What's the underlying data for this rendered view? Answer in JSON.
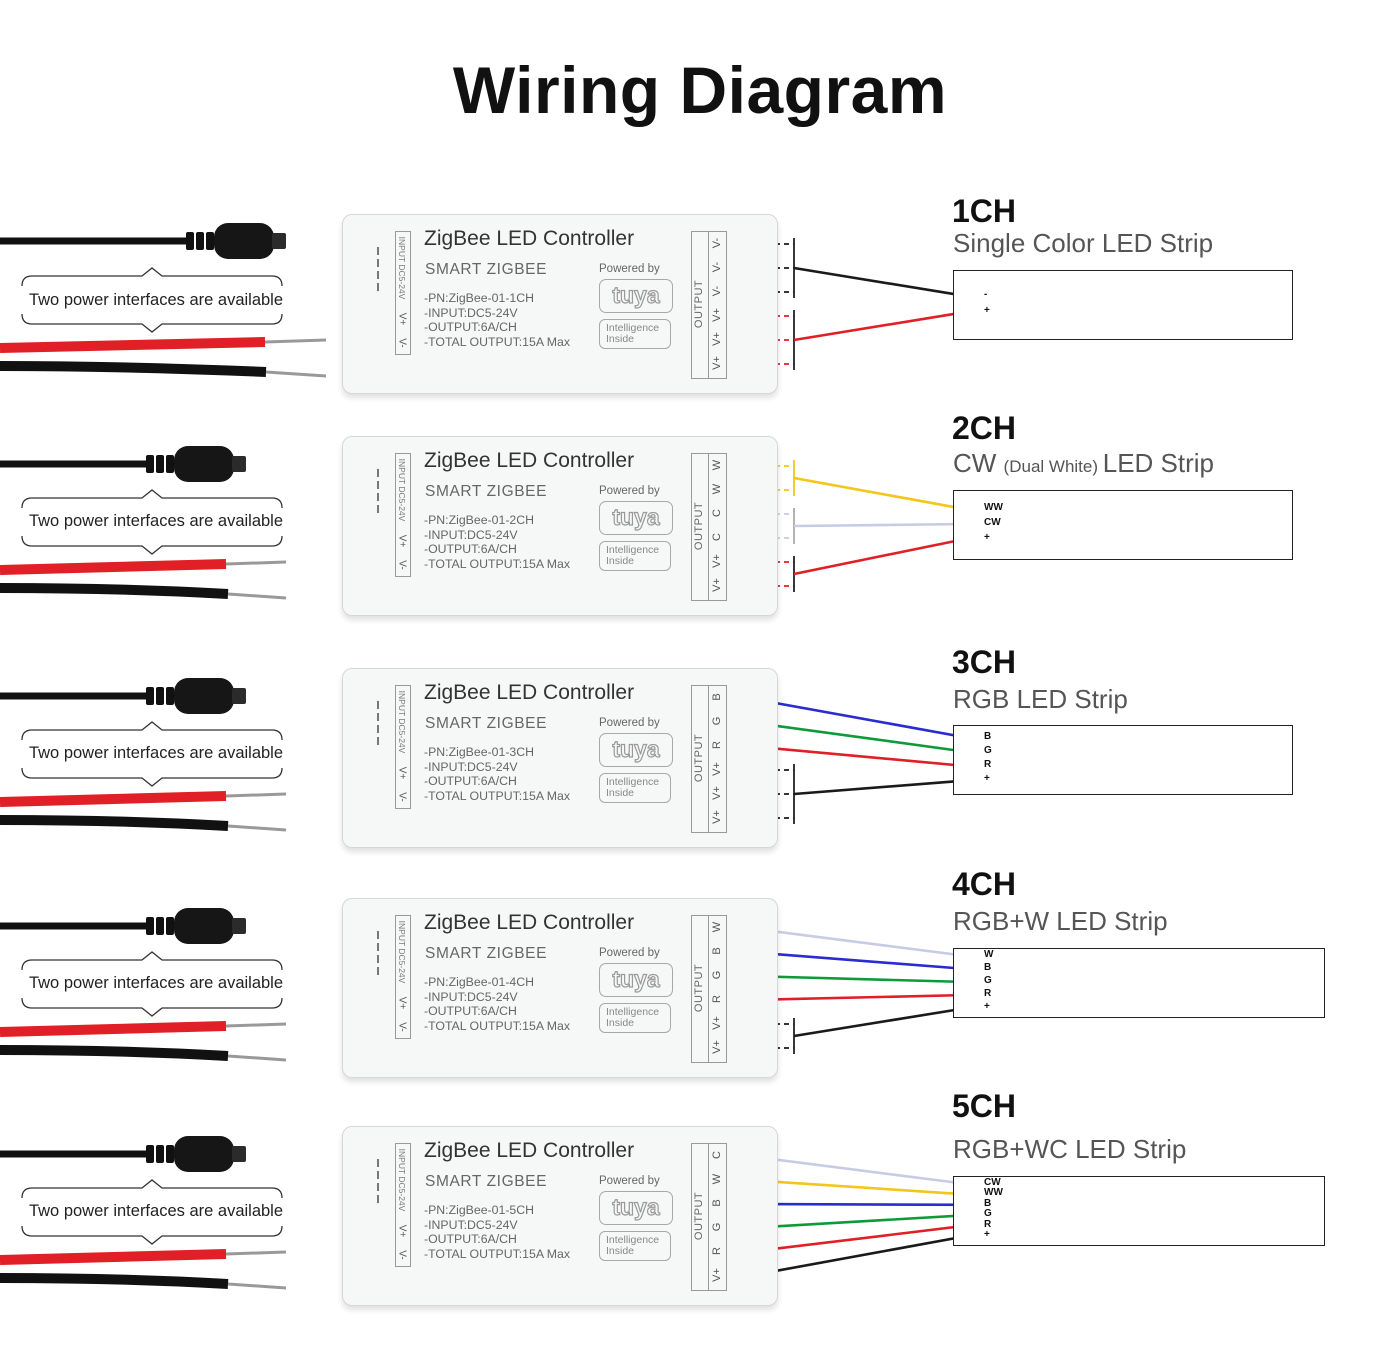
{
  "title": "Wiring Diagram",
  "note": "Two power interfaces are available",
  "controller": {
    "name": "ZigBee LED Controller",
    "subtitle": "SMART ZIGBEE",
    "powered_by": "Powered by",
    "tuya_logo": "tuya",
    "intelligence_line1": "Intelligence",
    "intelligence_line2": "Inside",
    "input_label": "INPUT DC5-24V",
    "output_label": "OUTPUT",
    "input_terminals": [
      "V+",
      "V-"
    ],
    "spec_input": "-INPUT:DC5-24V",
    "spec_output": "-OUTPUT:6A/CH",
    "spec_total": "-TOTAL OUTPUT:15A Max"
  },
  "colors": {
    "black": "#1a1a1a",
    "red": "#e01f26",
    "yellow": "#f4c51a",
    "white_wire": "#c8cbe4",
    "blue": "#2a2bd0",
    "green": "#0f9a3a"
  },
  "rows": [
    {
      "channel": "1CH",
      "description": "Single Color LED Strip",
      "part_number": "-PN:ZigBee-01-1CH",
      "terminals": [
        "V-",
        "V-",
        "V-",
        "V+",
        "V+",
        "V+"
      ],
      "strip_pads": [
        "-",
        "+"
      ]
    },
    {
      "channel": "2CH",
      "description_main": "CW",
      "description_small": "(Dual White)",
      "description_tail": "LED Strip",
      "part_number": "-PN:ZigBee-01-2CH",
      "terminals": [
        "W",
        "W",
        "C",
        "C",
        "V+",
        "V+"
      ],
      "strip_pads": [
        "WW",
        "CW",
        "+"
      ]
    },
    {
      "channel": "3CH",
      "description": "RGB LED Strip",
      "part_number": "-PN:ZigBee-01-3CH",
      "terminals": [
        "B",
        "G",
        "R",
        "V+",
        "V+",
        "V+"
      ],
      "strip_pads": [
        "B",
        "G",
        "R",
        "+"
      ]
    },
    {
      "channel": "4CH",
      "description": "RGB+W LED Strip",
      "part_number": "-PN:ZigBee-01-4CH",
      "terminals": [
        "W",
        "B",
        "G",
        "R",
        "V+",
        "V+"
      ],
      "strip_pads": [
        "W",
        "B",
        "G",
        "R",
        "+"
      ]
    },
    {
      "channel": "5CH",
      "description": "RGB+WC LED Strip",
      "part_number": "-PN:ZigBee-01-5CH",
      "terminals": [
        "C",
        "W",
        "B",
        "G",
        "R",
        "V+"
      ],
      "strip_pads": [
        "CW",
        "WW",
        "B",
        "G",
        "R",
        "+"
      ]
    }
  ]
}
